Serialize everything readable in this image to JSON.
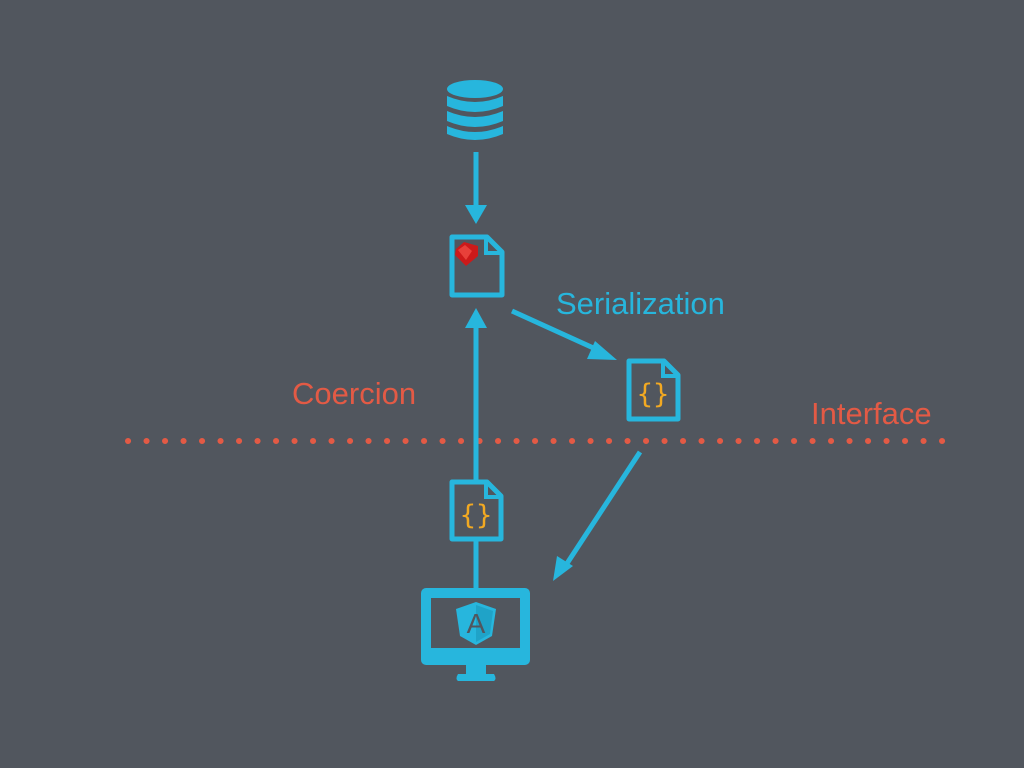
{
  "labels": {
    "serialization": "Serialization",
    "coercion": "Coercion",
    "interface": "Interface"
  },
  "icons": {
    "database": "database-icon",
    "ruby_file": "ruby-file-icon",
    "json_file_server": "json-file-icon",
    "json_file_client": "json-file-icon",
    "monitor": "angular-monitor-icon"
  },
  "glyphs": {
    "json_braces": "{}",
    "angular_letter": "A"
  },
  "colors": {
    "background": "#51565e",
    "primary": "#27b6dd",
    "accent": "#e35a45",
    "brace": "#f2a922",
    "ruby": "#cc1a1a"
  }
}
